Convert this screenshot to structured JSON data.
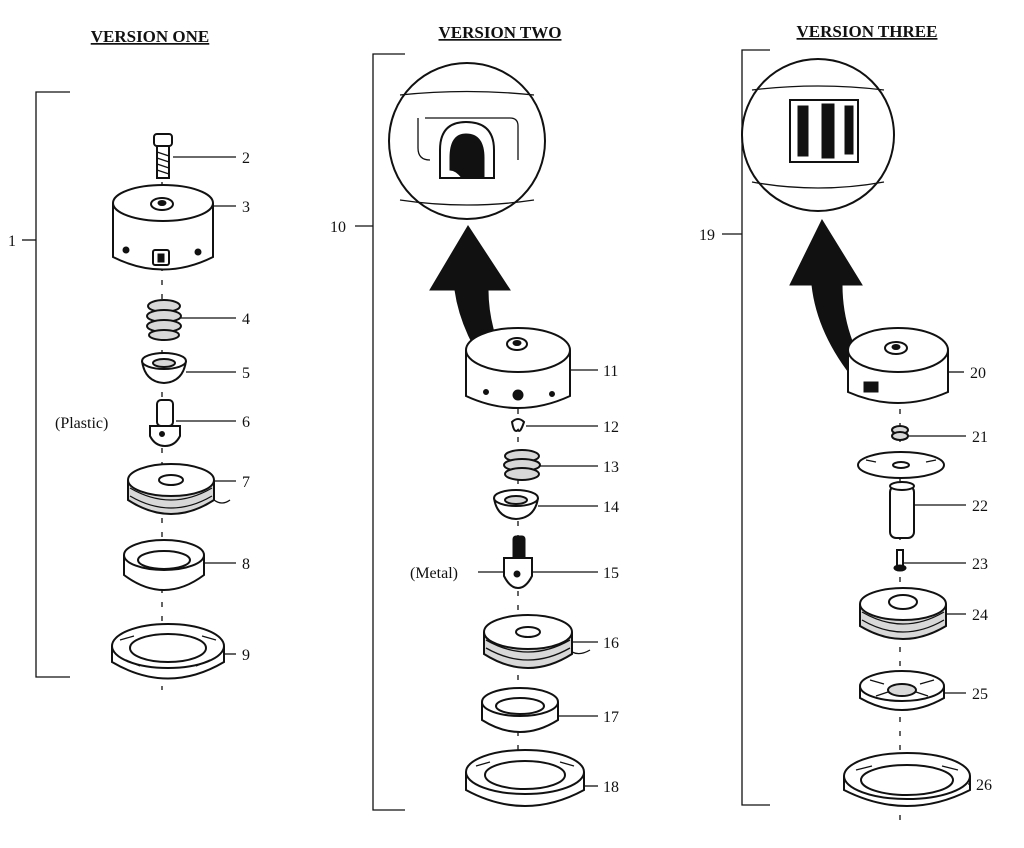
{
  "versions": [
    {
      "title": "VERSION ONE",
      "assembly_number": "1"
    },
    {
      "title": "VERSION TWO",
      "assembly_number": "10"
    },
    {
      "title": "VERSION THREE",
      "assembly_number": "19"
    }
  ],
  "part_numbers": [
    "2",
    "3",
    "4",
    "5",
    "6",
    "7",
    "8",
    "9",
    "11",
    "12",
    "13",
    "14",
    "15",
    "16",
    "17",
    "18",
    "20",
    "21",
    "22",
    "23",
    "24",
    "25",
    "26"
  ],
  "materials": {
    "plastic": "(Plastic)",
    "metal": "(Metal)"
  },
  "colors": {
    "ink": "#111111",
    "paper": "#ffffff"
  }
}
